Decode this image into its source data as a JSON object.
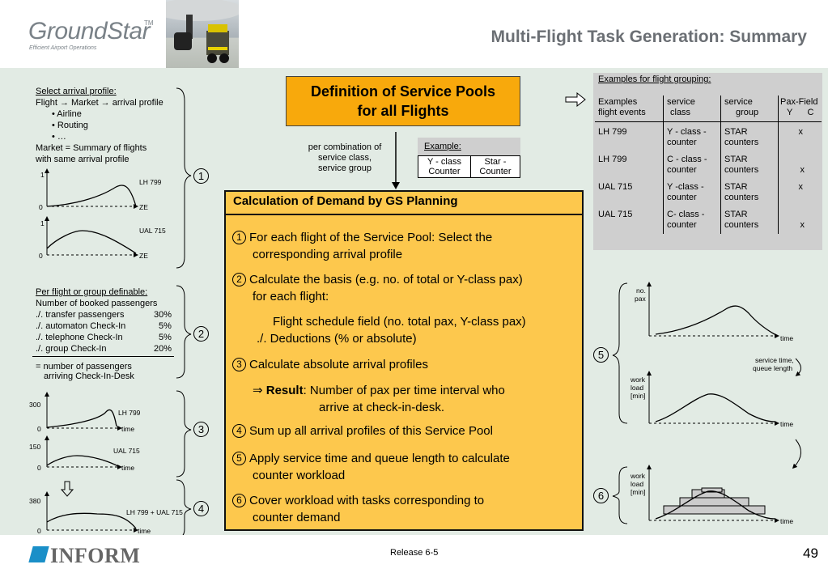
{
  "header": {
    "logo_text": "GroundStar",
    "logo_tm": "TM",
    "logo_tagline": "Efficient Airport Operations",
    "title": "Multi-Flight Task Generation: Summary"
  },
  "left": {
    "arrival": {
      "heading": "Select arrival profile:",
      "lines": [
        "Flight → Market → arrival profile",
        "• Airline",
        "• Routing",
        "• …",
        "Market = Summary of flights",
        "with same arrival profile"
      ],
      "chart1": {
        "y_top": "1",
        "y_zero": "0",
        "label": "LH 799",
        "x_end": "ZE"
      },
      "chart2": {
        "y_top": "1",
        "y_zero": "0",
        "label": "UAL 715",
        "x_end": "ZE"
      }
    },
    "pax": {
      "heading": "Per flight or group definable:",
      "lines": [
        "Number of booked passengers"
      ],
      "rows": [
        [
          "./. transfer passengers",
          "30%"
        ],
        [
          "./. automaton Check-In",
          "5%"
        ],
        [
          "./. telephone Check-In",
          "5%"
        ],
        [
          "./. group Check-In",
          "20%"
        ]
      ],
      "result": [
        "= number of passengers",
        "arriving Check-In-Desk"
      ]
    },
    "chart3": {
      "y_top": "300",
      "y_zero": "0",
      "label": "LH 799",
      "x_end": "time"
    },
    "chart4": {
      "y_top": "150",
      "y_zero": "0",
      "label": "UAL 715",
      "x_end": "time"
    },
    "chart5": {
      "y_top": "380",
      "y_zero": "0",
      "label": "LH 799 + UAL 715",
      "x_end": "time"
    },
    "circle_nums": [
      "1",
      "2",
      "3",
      "4"
    ]
  },
  "center": {
    "def_title": [
      "Definition of Service Pools",
      "for all Flights"
    ],
    "per_combo": [
      "per combination of",
      "service class,",
      "service group"
    ],
    "example": {
      "label": "Example:",
      "cells": [
        [
          "Y - class",
          "Counter"
        ],
        [
          "Star -",
          "Counter"
        ]
      ]
    },
    "calc_title": "Calculation of Demand by GS Planning",
    "steps": [
      {
        "n": "1",
        "lines": [
          "For each flight of the Service Pool: Select the",
          "corresponding arrival profile"
        ]
      },
      {
        "n": "2",
        "lines": [
          "Calculate the basis (e.g. no. of total or Y-class pax)",
          "for each flight:"
        ]
      },
      {
        "n": "",
        "lines": [
          "Flight schedule field (no. total pax, Y-class pax)",
          "./. Deductions (% or absolute)"
        ]
      },
      {
        "n": "3",
        "lines": [
          "Calculate absolute arrival profiles"
        ]
      },
      {
        "n": "",
        "result_word": "Result",
        "lines": [
          ": Number of pax per time interval who",
          "arrive at check-in-desk."
        ]
      },
      {
        "n": "4",
        "lines": [
          "Sum up all arrival profiles of this Service Pool"
        ]
      },
      {
        "n": "5",
        "lines": [
          "Apply service time and queue length to calculate",
          "counter workload"
        ]
      },
      {
        "n": "6",
        "lines": [
          "Cover workload with tasks corresponding to",
          "counter demand"
        ]
      }
    ]
  },
  "right": {
    "group_title": "Examples for flight grouping:",
    "group_headers": [
      [
        "Examples",
        "flight events"
      ],
      [
        "service",
        "class"
      ],
      [
        "service",
        "group"
      ],
      [
        "Pax-Field",
        "Y      C"
      ]
    ],
    "group_rows": [
      {
        "flight": "LH 799",
        "cls": [
          "Y - class -",
          "counter"
        ],
        "grp": [
          "STAR",
          "counters"
        ],
        "y": "x",
        "c": ""
      },
      {
        "flight": "LH 799",
        "cls": [
          "C - class -",
          "counter"
        ],
        "grp": [
          "STAR",
          "counters"
        ],
        "y": "",
        "c": "x"
      },
      {
        "flight": "UAL 715",
        "cls": [
          "Y -class -",
          "counter"
        ],
        "grp": [
          "STAR",
          "counters"
        ],
        "y": "x",
        "c": ""
      },
      {
        "flight": "UAL 715",
        "cls": [
          "C- class -",
          "counter"
        ],
        "grp": [
          "STAR",
          "counters"
        ],
        "y": "",
        "c": "x"
      }
    ],
    "chart_a": {
      "ylabel": [
        "no.",
        "pax"
      ],
      "x_end": "time",
      "note": [
        "service time,",
        "queue length"
      ]
    },
    "chart_b": {
      "ylabel": [
        "work",
        "load",
        "[min]"
      ],
      "x_end": "time"
    },
    "chart_c": {
      "ylabel": [
        "work",
        "load",
        "[min]"
      ],
      "x_end": "time"
    },
    "circle_nums": [
      "5",
      "6"
    ]
  },
  "footer": {
    "company": "INFORM",
    "release": "Release 6-5",
    "page": "49"
  },
  "colors": {
    "orange": "#f8a90c",
    "yellow": "#fdc84d",
    "panel": "#e2ebe4",
    "table_bg": "#cfcfcf"
  }
}
